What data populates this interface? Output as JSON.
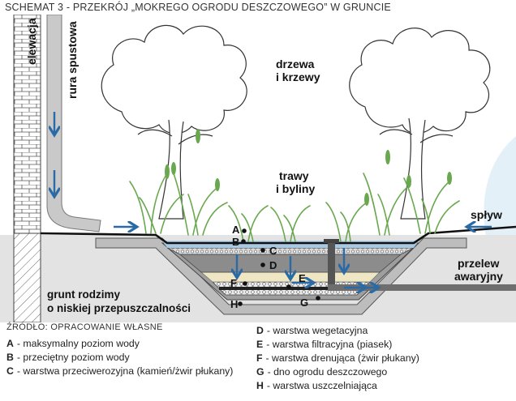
{
  "title": "SCHEMAT 3 - PRZEKRÓJ „MOKREGO OGRODU DESZCZOWEGO” W GRUNCIE",
  "labels": {
    "elewacja": "elewacja",
    "rura": "rura spustowa",
    "drzewa1": "drzewa",
    "drzewa2": "i krzewy",
    "trawy1": "trawy",
    "trawy2": "i byliny",
    "splyw": "spływ",
    "przelew1": "przelew",
    "przelew2": "awaryjny",
    "grunt1": "grunt rodzimy",
    "grunt2": "o niskiej przepuszczalności"
  },
  "markers": [
    "A",
    "B",
    "C",
    "D",
    "E",
    "F",
    "G",
    "H"
  ],
  "source": "ŹRÓDŁO: OPRACOWANIE WŁASNE",
  "legend": [
    {
      "key": "A",
      "text": "- maksymalny poziom wody"
    },
    {
      "key": "B",
      "text": "- przeciętny poziom wody"
    },
    {
      "key": "C",
      "text": "- warstwa przeciwerozyjna (kamień/żwir płukany)"
    },
    {
      "key": "D",
      "text": "- warstwa wegetacyjna"
    },
    {
      "key": "E",
      "text": "- warstwa filtracyjna (piasek)"
    },
    {
      "key": "F",
      "text": "- warstwa drenująca (żwir płukany)"
    },
    {
      "key": "G",
      "text": "- dno ogrodu deszczowego"
    },
    {
      "key": "H",
      "text": "- warstwa uszczelniająca"
    }
  ],
  "colors": {
    "arrow": "#2a6aa6",
    "soil": "#e6e6e6",
    "vegetation": "#8a8a8a",
    "water": "#a8cde8",
    "grass": "#6aa84f"
  }
}
